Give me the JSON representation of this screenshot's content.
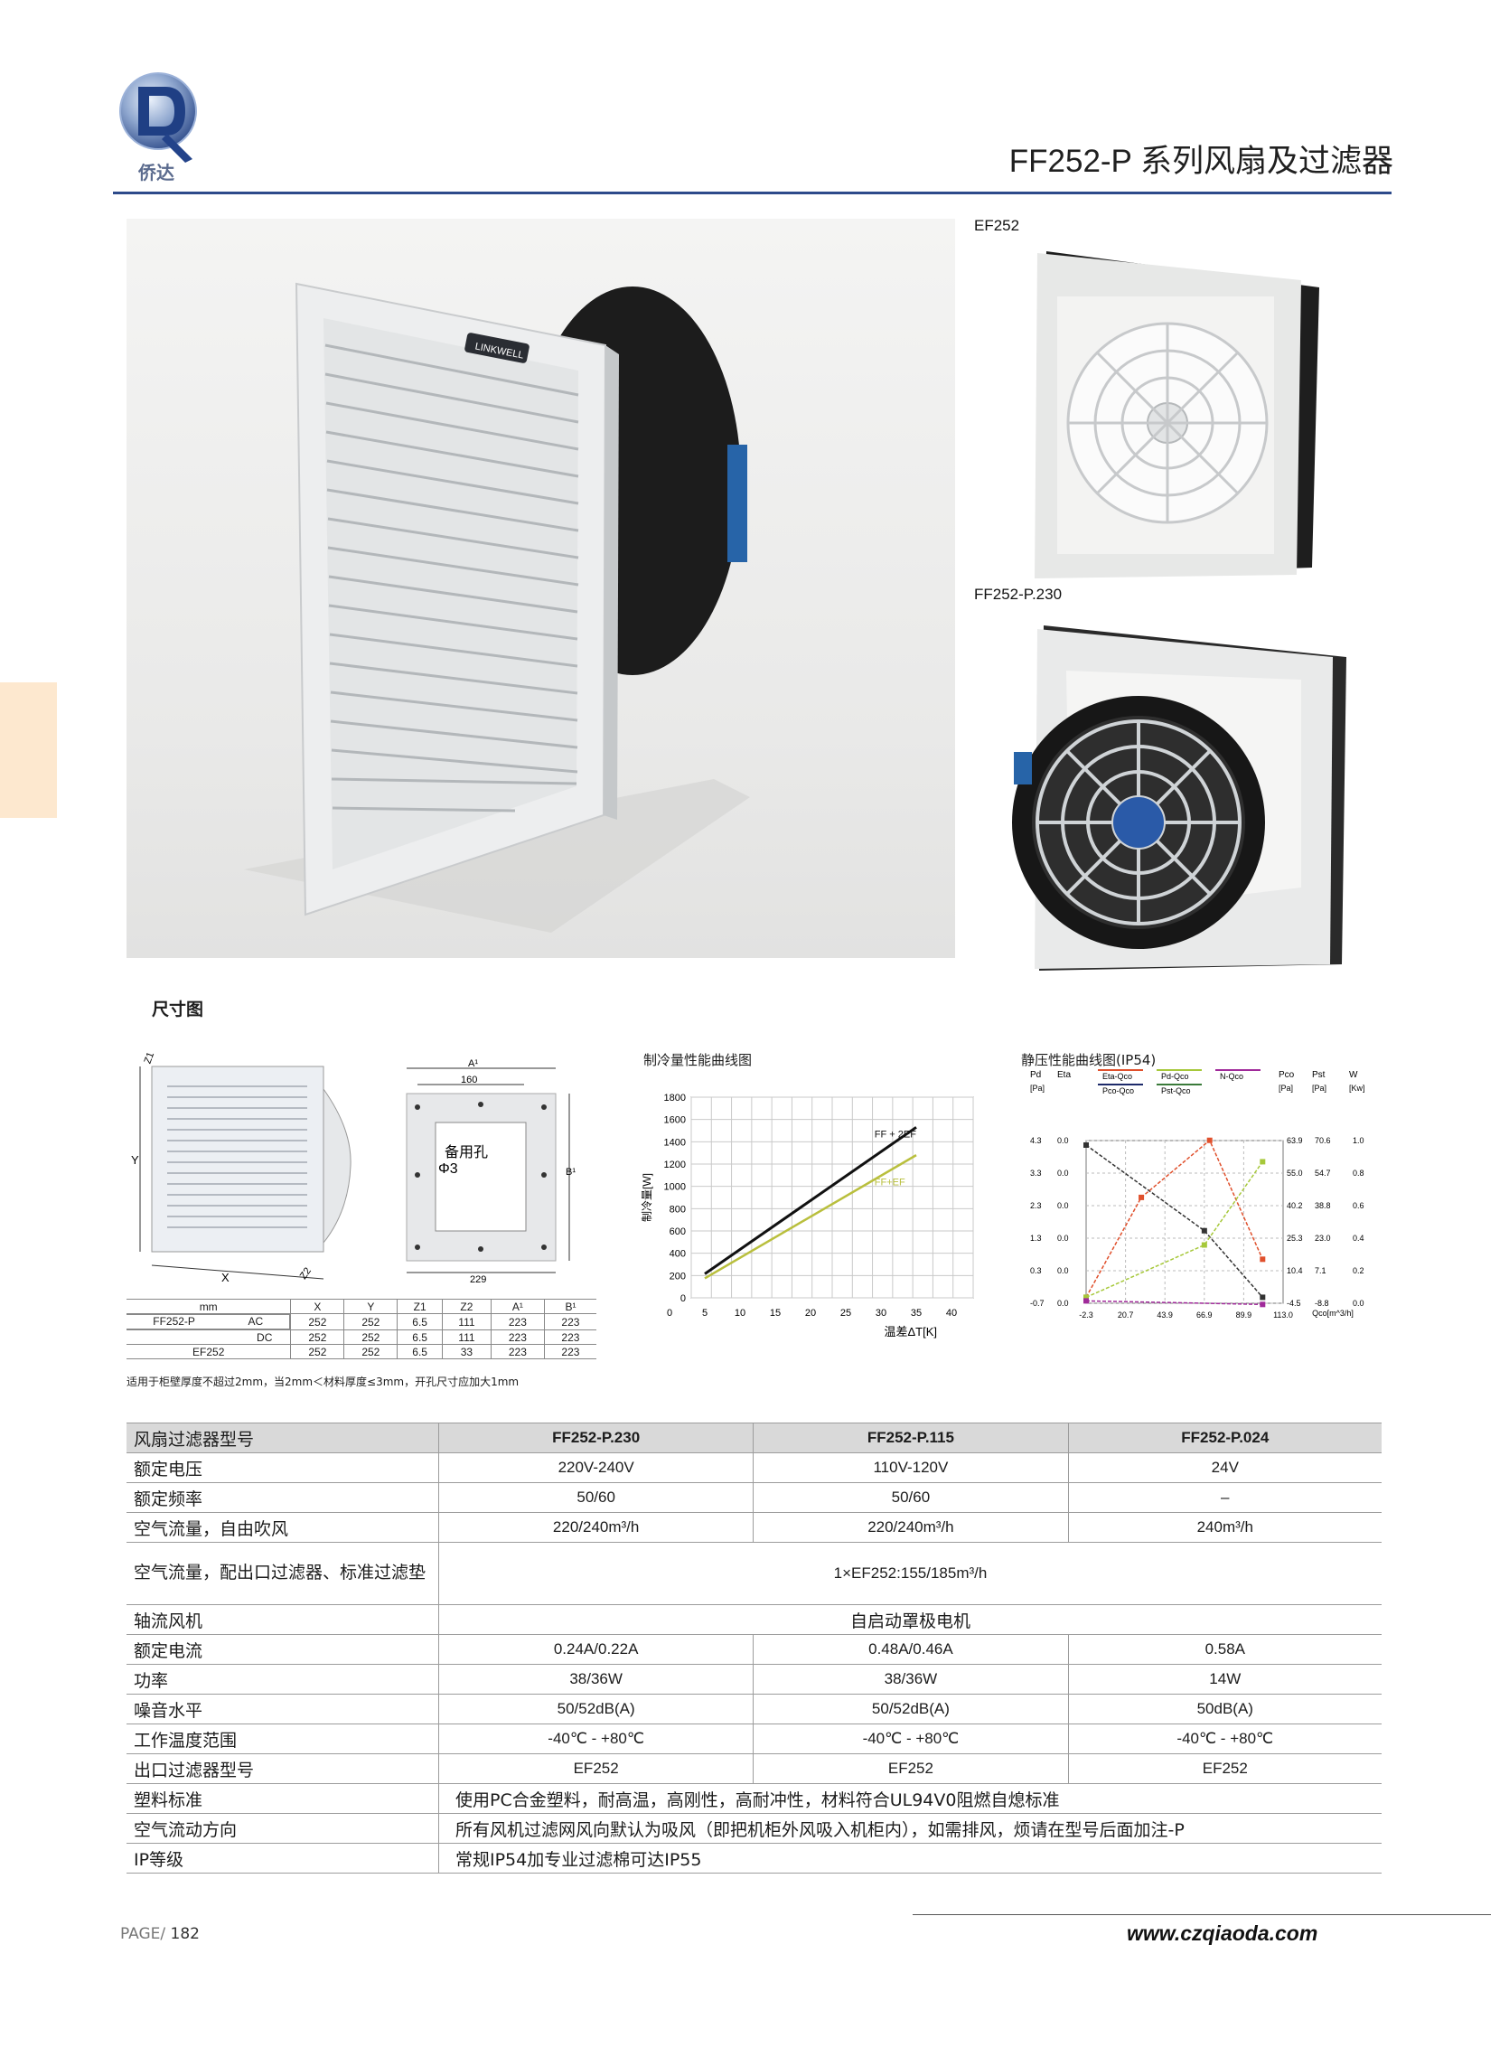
{
  "header": {
    "title": "FF252-P 系列风扇及过滤器",
    "logo_text": "侨达"
  },
  "photos": {
    "label_top": "EF252",
    "label_bottom": "FF252-P.230",
    "brand_badge": "LINKWELL"
  },
  "dimensions": {
    "heading": "尺寸图",
    "fig1": {
      "z1": "Z1",
      "y": "Y",
      "x": "X",
      "z2": "Z2"
    },
    "fig2": {
      "a1": "A¹",
      "b1": "B¹",
      "d160": "160",
      "d229": "229",
      "hole_label": "备用孔",
      "hole_dia": "Φ3"
    },
    "table": {
      "header": [
        "mm",
        "X",
        "Y",
        "Z1",
        "Z2",
        "A¹",
        "B¹"
      ],
      "group_label": "FF252-P",
      "rows": [
        {
          "sub": "AC",
          "values": [
            "252",
            "252",
            "6.5",
            "111",
            "223",
            "223"
          ]
        },
        {
          "sub": "DC",
          "values": [
            "252",
            "252",
            "6.5",
            "111",
            "223",
            "223"
          ]
        },
        {
          "label": "EF252",
          "values": [
            "252",
            "252",
            "6.5",
            "33",
            "223",
            "223"
          ]
        }
      ]
    },
    "note": "适用于柜壁厚度不超过2mm，当2mm＜材料厚度≤3mm，开孔尺寸应加大1mm"
  },
  "chart_data": [
    {
      "type": "line",
      "title": "制冷量性能曲线图",
      "ylabel": "制冷量[W]",
      "xlabel": "温差ΔT[K]",
      "x_ticks": [
        0,
        5,
        10,
        15,
        20,
        25,
        30,
        35,
        40
      ],
      "y_ticks": [
        0,
        200,
        400,
        600,
        800,
        1000,
        1200,
        1400,
        1600,
        1800
      ],
      "xlim": [
        0,
        40
      ],
      "ylim": [
        0,
        1800
      ],
      "grid": true,
      "series": [
        {
          "name": "FF + 2EF",
          "color": "#111111",
          "x": [
            5,
            35
          ],
          "y": [
            215,
            1530
          ]
        },
        {
          "name": "FF+EF",
          "color": "#b9bf3d",
          "x": [
            5,
            35
          ],
          "y": [
            175,
            1280
          ]
        }
      ]
    },
    {
      "type": "line",
      "title": "静压性能曲线图(IP54)",
      "col_heads": [
        "Pd",
        "Eta",
        "Pco",
        "Pst",
        "W"
      ],
      "col_units": [
        "[Pa]",
        "",
        "[Pa]",
        "[Pa]",
        "[Kw]"
      ],
      "legend": [
        "Eta-Qco",
        "Pd-Qco",
        "N-Qco",
        "Pco-Qco",
        "Pst-Qco"
      ],
      "legend_colors": [
        "#e0502c",
        "#a6c83a",
        "#a02a9a",
        "#1d2a6a",
        "#3a7a3a"
      ],
      "x_ticks": [
        "-2.3",
        "20.7",
        "43.9",
        "66.9",
        "89.9",
        "113.0"
      ],
      "xlabel": "Qco[m^3/h]",
      "pd_ticks": [
        "4.3",
        "3.3",
        "2.3",
        "1.3",
        "0.3",
        "-0.7"
      ],
      "eta_ticks": [
        "0.0",
        "0.0",
        "0.0",
        "0.0",
        "0.0",
        "0.0"
      ],
      "pco_ticks": [
        "63.9",
        "55.0",
        "40.2",
        "25.3",
        "10.4",
        "-4.5"
      ],
      "pst_ticks": [
        "70.6",
        "54.7",
        "38.8",
        "23.0",
        "7.1",
        "-8.8"
      ],
      "w_ticks": [
        "1.0",
        "0.8",
        "0.6",
        "0.4",
        "0.2",
        "0.0"
      ],
      "series": [
        {
          "name": "Pco-Qco",
          "color": "#333333",
          "x": [
            -2.3,
            66.9,
            101.0
          ],
          "y": [
            62,
            26,
            -2
          ]
        },
        {
          "name": "Eta-Qco",
          "color": "#e0502c",
          "x": [
            -2.3,
            30,
            70,
            101.0
          ],
          "y": [
            -2,
            40,
            64,
            14
          ]
        },
        {
          "name": "Pst-Qco",
          "color": "#a6c83a",
          "x": [
            -2.3,
            66.9,
            101.0
          ],
          "y": [
            -2,
            20,
            55
          ]
        },
        {
          "name": "N-Qco",
          "color": "#a02a9a",
          "x": [
            -2.3,
            101.0
          ],
          "y": [
            -3.5,
            -5
          ]
        }
      ]
    }
  ],
  "spec_table": {
    "header": [
      "风扇过滤器型号",
      "FF252-P.230",
      "FF252-P.115",
      "FF252-P.024"
    ],
    "rows": [
      {
        "label": "额定电压",
        "cells": [
          "220V-240V",
          "110V-120V",
          "24V"
        ]
      },
      {
        "label": "额定频率",
        "cells": [
          "50/60",
          "50/60",
          "–"
        ]
      },
      {
        "label": "空气流量，自由吹风",
        "cells": [
          "220/240m³/h",
          "220/240m³/h",
          "240m³/h"
        ]
      },
      {
        "label": "空气流量，配出口过滤器、标准过滤垫",
        "span": "1×EF252:155/185m³/h"
      },
      {
        "label": "轴流风机",
        "span": "自启动罩极电机"
      },
      {
        "label": "额定电流",
        "cells": [
          "0.24A/0.22A",
          "0.48A/0.46A",
          "0.58A"
        ]
      },
      {
        "label": "功率",
        "cells": [
          "38/36W",
          "38/36W",
          "14W"
        ]
      },
      {
        "label": "噪音水平",
        "cells": [
          "50/52dB(A)",
          "50/52dB(A)",
          "50dB(A)"
        ]
      },
      {
        "label": "工作温度范围",
        "cells": [
          "-40℃ - +80℃",
          "-40℃ - +80℃",
          "-40℃ - +80℃"
        ]
      },
      {
        "label": "出口过滤器型号",
        "cells": [
          "EF252",
          "EF252",
          "EF252"
        ]
      },
      {
        "label": "塑料标准",
        "span_left": "使用PC合金塑料，耐高温，高刚性，高耐冲性，材料符合UL94V0阻燃自熄标准"
      },
      {
        "label": "空气流动方向",
        "span_left": "所有风机过滤网风向默认为吸风（即把机柜外风吸入机柜内），如需排风，烦请在型号后面加注-P"
      },
      {
        "label": "IP等级",
        "span_left": "常规IP54加专业过滤棉可达IP55"
      }
    ]
  },
  "footer": {
    "page_prefix": "PAGE/",
    "page_number": "182",
    "website": "www.czqiaoda.com"
  },
  "colors": {
    "accent": "#2d4a8a",
    "side_tab": "#fde8cf",
    "table_header": "#d9d9d9"
  }
}
